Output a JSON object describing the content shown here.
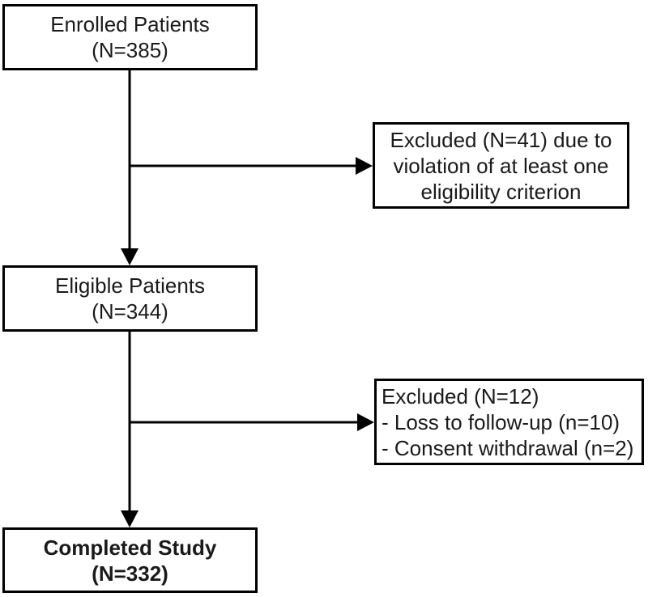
{
  "colors": {
    "line": "#000000",
    "box_border": "#000000",
    "box_background": "#ffffff",
    "text": "#1a1a1a",
    "page_background": "#ffffff"
  },
  "diagram": {
    "type": "flowchart",
    "boxes": {
      "enrolled": {
        "lines": [
          "Enrolled Patients",
          "(N=385)"
        ]
      },
      "excluded_eligibility": {
        "lines": [
          "Excluded (N=41) due to",
          "violation of at least one",
          "eligibility criterion"
        ]
      },
      "eligible": {
        "lines": [
          "Eligible Patients",
          "(N=344)"
        ]
      },
      "excluded_followup": {
        "lines": [
          "Excluded (N=12)",
          "- Loss to follow-up (n=10)",
          "- Consent withdrawal (n=2)"
        ]
      },
      "completed": {
        "lines": [
          "Completed Study",
          "(N=332)"
        ]
      }
    },
    "edges": [
      {
        "from": "enrolled",
        "to": "eligible",
        "type": "arrow"
      },
      {
        "from": "enrolled-eligible-connector",
        "to": "excluded_eligibility",
        "type": "arrow"
      },
      {
        "from": "eligible",
        "to": "completed",
        "type": "arrow"
      },
      {
        "from": "eligible-completed-connector",
        "to": "excluded_followup",
        "type": "arrow"
      }
    ]
  }
}
